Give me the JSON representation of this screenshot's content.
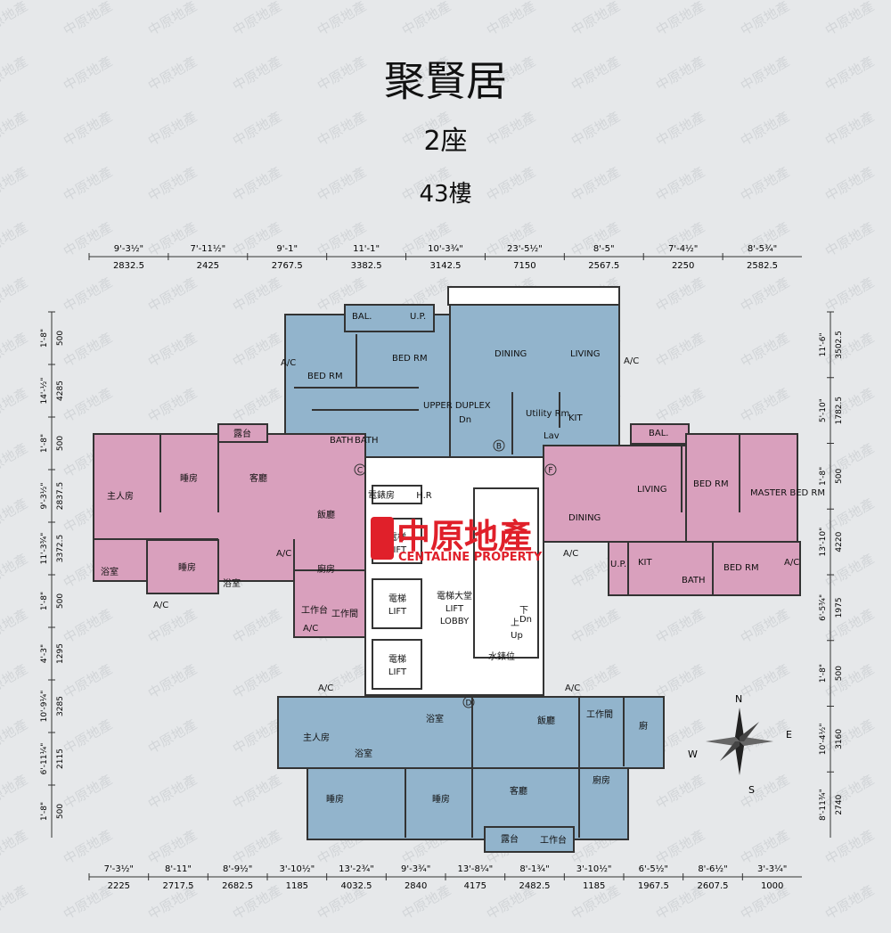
{
  "header": {
    "title": "聚賢居",
    "block": "2座",
    "floor": "43樓"
  },
  "dims": {
    "top_imperial": [
      "9'-3½\"",
      "7'-11½\"",
      "9'-1\"",
      "11'-1\"",
      "10'-3¾\"",
      "23'-5½\"",
      "8'-5\"",
      "7'-4½\"",
      "8'-5¾\""
    ],
    "top_metric": [
      "2832.5",
      "2425",
      "2767.5",
      "3382.5",
      "3142.5",
      "7150",
      "2567.5",
      "2250",
      "2582.5"
    ],
    "bottom_imperial": [
      "7'-3½\"",
      "8'-11\"",
      "8'-9½\"",
      "3'-10½\"",
      "13'-2¾\"",
      "9'-3¾\"",
      "13'-8¼\"",
      "8'-1¾\"",
      "3'-10½\"",
      "6'-5½\"",
      "8'-6½\"",
      "3'-3¼\""
    ],
    "bottom_metric": [
      "2225",
      "2717.5",
      "2682.5",
      "1185",
      "4032.5",
      "2840",
      "4175",
      "2482.5",
      "1185",
      "1967.5",
      "2607.5",
      "1000"
    ],
    "left_imperial": [
      "1'-8\"",
      "14'-½\"",
      "1'-8\"",
      "9'-3½\"",
      "11'-3¾\"",
      "1'-8\"",
      "4'-3\"",
      "10'-9¼\"",
      "6'-11¼\"",
      "1'-8\""
    ],
    "left_metric": [
      "500",
      "4285",
      "500",
      "2837.5",
      "3372.5",
      "500",
      "1295",
      "3285",
      "2115",
      "500"
    ],
    "right_imperial": [
      "11'-6\"",
      "5'-10\"",
      "1'-8\"",
      "13'-10\"",
      "6'-5¾\"",
      "1'-8\"",
      "10'-4½\"",
      "8'-11¾\""
    ],
    "right_metric": [
      "3502.5",
      "1782.5",
      "500",
      "4220",
      "1975",
      "500",
      "3160",
      "2740"
    ]
  },
  "units": {
    "B": {
      "color": "#92b4cc",
      "rooms": [
        "BAL.",
        "U.P.",
        "BED RM",
        "BED RM",
        "DINING",
        "LIVING",
        "UPPER DUPLEX",
        "Dn",
        "BATH",
        "BATH",
        "Utility Rm",
        "KIT",
        "Lav",
        "A/C",
        "A/C"
      ],
      "marker": "B"
    },
    "C": {
      "color": "#d9a0bd",
      "rooms": [
        "露台",
        "主人房",
        "睡房",
        "客廳",
        "飯廳",
        "浴室",
        "睡房",
        "浴室",
        "廚房",
        "工作台",
        "工作間",
        "A/C",
        "A/C",
        "A/C"
      ],
      "marker": "C"
    },
    "F": {
      "color": "#d9a0bd",
      "rooms": [
        "BAL.",
        "LIVING",
        "BED RM",
        "MASTER BED RM",
        "DINING",
        "KIT",
        "U.P.",
        "BATH",
        "BED RM",
        "A/C",
        "A/C"
      ],
      "marker": "F"
    },
    "D": {
      "color": "#92b4cc",
      "rooms": [
        "A/C",
        "A/C",
        "主人房",
        "浴室",
        "浴室",
        "飯廳",
        "工作間",
        "廚",
        "睡房",
        "睡房",
        "客廳",
        "廚房",
        "露台",
        "工作台"
      ],
      "marker": "D"
    }
  },
  "core": {
    "meter_room": "電錶房",
    "hr": "H.R",
    "lift1_cn": "電梯",
    "lift1_en": "LIFT",
    "lift2_cn": "電梯",
    "lift2_en": "LIFT",
    "lift3_cn": "電梯",
    "lift3_en": "LIFT",
    "lobby_cn": "電梯大堂",
    "lobby_en1": "LIFT",
    "lobby_en2": "LOBBY",
    "water_meter": "水錶位",
    "up": "Up",
    "dn": "Dn",
    "stair_up": "上",
    "stair_dn": "下"
  },
  "logo": {
    "cn": "中原地產",
    "en": "CENTALINE PROPERTY",
    "color": "#e0202a"
  },
  "compass": {
    "n": "N",
    "e": "E",
    "s": "S",
    "w": "W"
  },
  "watermark": "中原地產"
}
